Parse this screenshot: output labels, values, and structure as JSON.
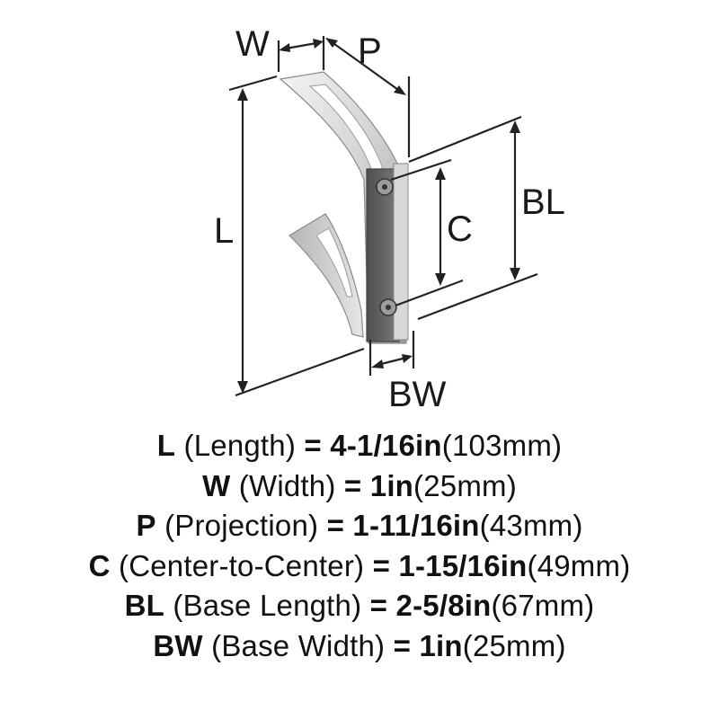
{
  "diagram": {
    "labels": {
      "W": "W",
      "P": "P",
      "L": "L",
      "C": "C",
      "BL": "BL",
      "BW": "BW"
    },
    "colors": {
      "metal_light": "#eeeeee",
      "metal_mid": "#c9c9c9",
      "metal_dark": "#8c8c8c",
      "base_plate": "#5f5f5f",
      "lines": "#222222"
    }
  },
  "specs": [
    {
      "code": "L",
      "name": "(Length)",
      "eq": "=",
      "imperial": "4-1/16in",
      "metric": "(103mm)"
    },
    {
      "code": "W",
      "name": "(Width)",
      "eq": "=",
      "imperial": "1in",
      "metric": "(25mm)"
    },
    {
      "code": "P",
      "name": "(Projection)",
      "eq": "=",
      "imperial": "1-11/16in",
      "metric": "(43mm)"
    },
    {
      "code": "C",
      "name": "(Center-to-Center)",
      "eq": "=",
      "imperial": "1-15/16in",
      "metric": "(49mm)"
    },
    {
      "code": "BL",
      "name": "(Base Length)",
      "eq": "=",
      "imperial": "2-5/8in",
      "metric": "(67mm)"
    },
    {
      "code": "BW",
      "name": "(Base Width)",
      "eq": "=",
      "imperial": "1in",
      "metric": "(25mm)"
    }
  ]
}
